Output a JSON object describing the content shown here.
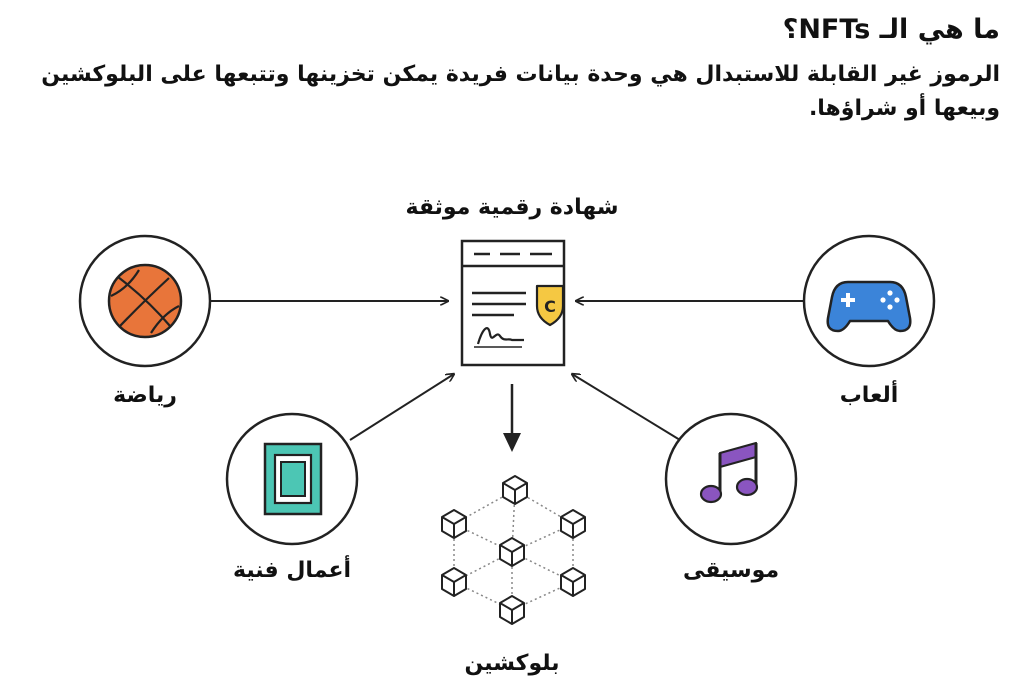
{
  "header": {
    "title": "ما هي الـ NFTs؟",
    "description": "الرموز غير القابلة للاستبدال هي وحدة بيانات فريدة يمكن تخزينها وتتبعها على البلوكشين وبيعها أو شراؤها."
  },
  "diagram": {
    "center": {
      "label": "شهادة رقمية موثقة",
      "icon": "certificate-icon",
      "badge_letter": "C",
      "badge_color": "#F5C842"
    },
    "nodes": [
      {
        "id": "sports",
        "label": "رياضة",
        "icon": "basketball-icon",
        "color": "#E8753A"
      },
      {
        "id": "games",
        "label": "ألعاب",
        "icon": "gamepad-icon",
        "color": "#3B84D9"
      },
      {
        "id": "art",
        "label": "أعمال فنية",
        "icon": "artwork-frame-icon",
        "color": "#4CC6B4"
      },
      {
        "id": "music",
        "label": "موسيقى",
        "icon": "music-note-icon",
        "color": "#8A55C0"
      }
    ],
    "blockchain": {
      "label": "بلوكشين",
      "icon": "blockchain-network-icon"
    }
  }
}
